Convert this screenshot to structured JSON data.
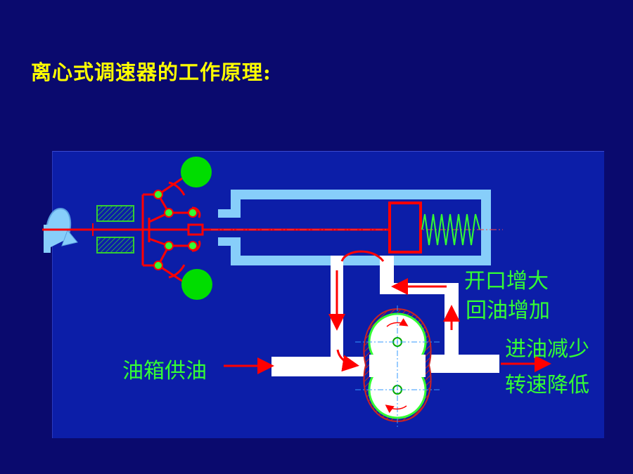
{
  "slide": {
    "title": "离心式调速器的工作原理:",
    "background_color": "#0a0a6e",
    "title_color": "#ffff00"
  },
  "diagram": {
    "panel_color": "#0c1ea8",
    "housing_color": "#87cefa",
    "flow_color": "#ff0000",
    "label_color": "#33ff33",
    "labels": {
      "opening_increase": "开口增大",
      "return_oil_increase": "回油增加",
      "inlet_oil_decrease": "进油减少",
      "speed_decrease": "转速降低",
      "tank_oil_supply": "油箱供油"
    }
  }
}
